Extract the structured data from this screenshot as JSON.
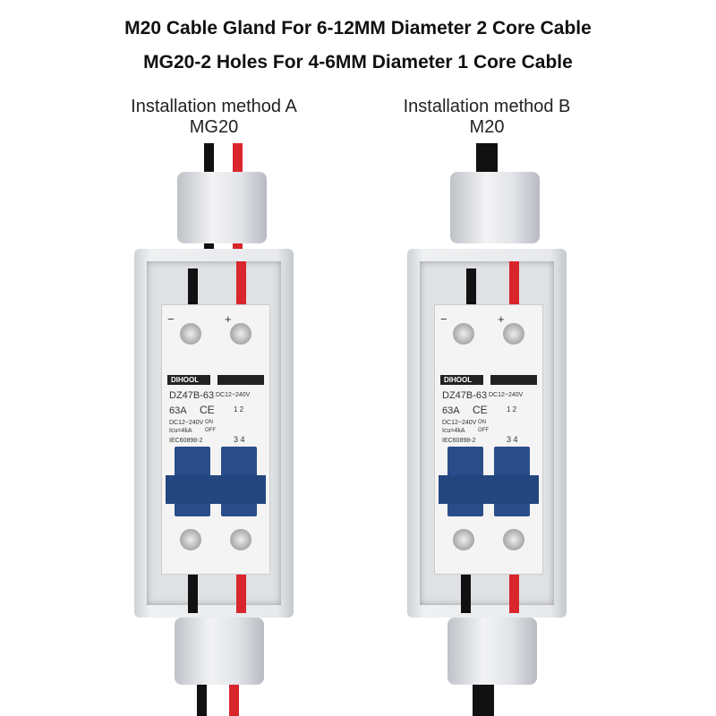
{
  "heading": {
    "line1": "M20 Cable Gland For 6-12MM Diameter 2 Core Cable",
    "line2": "MG20-2 Holes For 4-6MM Diameter 1 Core Cable"
  },
  "methods": [
    {
      "title": "Installation method A",
      "gland": "MG20"
    },
    {
      "title": "Installation method B",
      "gland": "M20"
    }
  ],
  "breaker": {
    "brand": "DIHOOL",
    "model": "DZ47B-63",
    "rating": "63A",
    "ce": "CE",
    "voltage": "DC12~240V",
    "voltage_icu": "DC12~240V",
    "icu": "Icu=4kA",
    "on": "ON",
    "off": "OFF",
    "standard": "IEC60898-2",
    "minus": "−",
    "plus": "+",
    "terminals_top": "1  2",
    "terminals_bottom": "3  4"
  },
  "colors": {
    "red_wire": "#d8262c",
    "black_wire": "#111111",
    "lever": "#2a4d8a"
  }
}
